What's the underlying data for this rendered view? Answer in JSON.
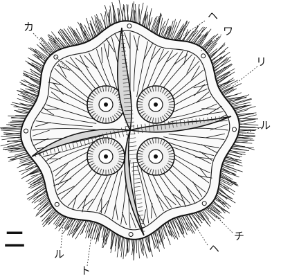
{
  "figure": {
    "number_label": "二",
    "labels": {
      "ka": "カ",
      "he_top": "ヘ",
      "wa": "ワ",
      "ri": "リ",
      "ru_right": "ル",
      "chi": "チ",
      "he_bottom": "ヘ",
      "ru_bottom": "ル",
      "to": "ト"
    }
  }
}
